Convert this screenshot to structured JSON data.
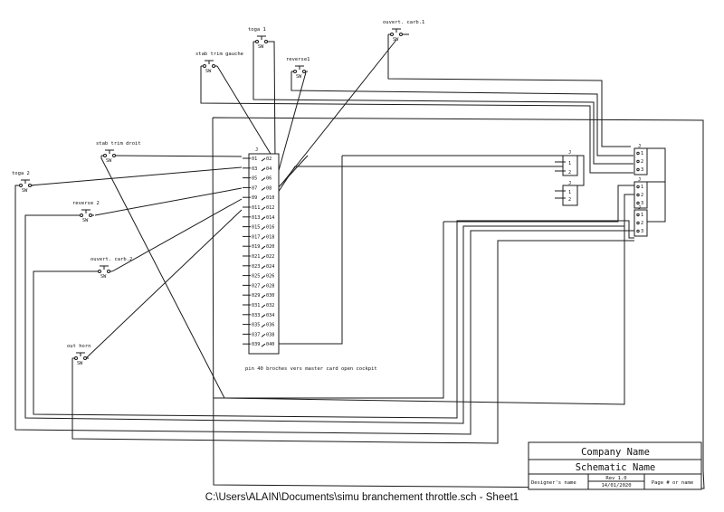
{
  "switches": [
    {
      "id": "sw-stab-trim-gauche",
      "label": "stab trim gauche",
      "ref": "SW"
    },
    {
      "id": "sw-toga-1",
      "label": "toga 1",
      "ref": "SW"
    },
    {
      "id": "sw-reverse1",
      "label": "reverse1",
      "ref": "SW"
    },
    {
      "id": "sw-ouvert-carb-1",
      "label": "ouvert. carb.1",
      "ref": "SW"
    },
    {
      "id": "sw-stab-trim-droit",
      "label": "stab trim droit",
      "ref": "SW"
    },
    {
      "id": "sw-toga-2",
      "label": "toga 2",
      "ref": "SW"
    },
    {
      "id": "sw-reverse-2",
      "label": "reverse 2",
      "ref": "SW"
    },
    {
      "id": "sw-ouvert-carb-2",
      "label": "ouvert. carb.2",
      "ref": "SW"
    },
    {
      "id": "sw-out-horn",
      "label": "out horn",
      "ref": "SW"
    }
  ],
  "header_connector": {
    "ref": "J",
    "odd_pins": [
      "01",
      "03",
      "05",
      "07",
      "09",
      "011",
      "013",
      "015",
      "017",
      "019",
      "021",
      "023",
      "025",
      "027",
      "029",
      "031",
      "033",
      "035",
      "037",
      "039"
    ],
    "even_pins": [
      "02",
      "04",
      "06",
      "08",
      "010",
      "012",
      "014",
      "016",
      "018",
      "020",
      "022",
      "024",
      "026",
      "028",
      "030",
      "032",
      "034",
      "036",
      "038",
      "040"
    ],
    "note": "pin 40 broches vers master card open cockpit"
  },
  "small_connectors": [
    {
      "ref": "J",
      "pins": [
        "1",
        "2"
      ]
    },
    {
      "ref": "J",
      "pins": [
        "1",
        "2"
      ]
    }
  ],
  "right_connectors": [
    {
      "ref": "J",
      "pins": [
        "1",
        "2",
        "3"
      ]
    },
    {
      "ref": "J",
      "pins": [
        "1",
        "2",
        "3"
      ]
    },
    {
      "ref": "J",
      "pins": [
        "1",
        "2",
        "3"
      ]
    }
  ],
  "title_block": {
    "company": "Company Name",
    "schematic": "Schematic Name",
    "designer": "Designer's name",
    "rev": "Rev 1.0",
    "date": "14/01/2020",
    "page": "Page # or name"
  },
  "footer": {
    "path": "C:\\Users\\ALAIN\\Documents\\simu branchement throttle.sch  -  Sheet1"
  }
}
